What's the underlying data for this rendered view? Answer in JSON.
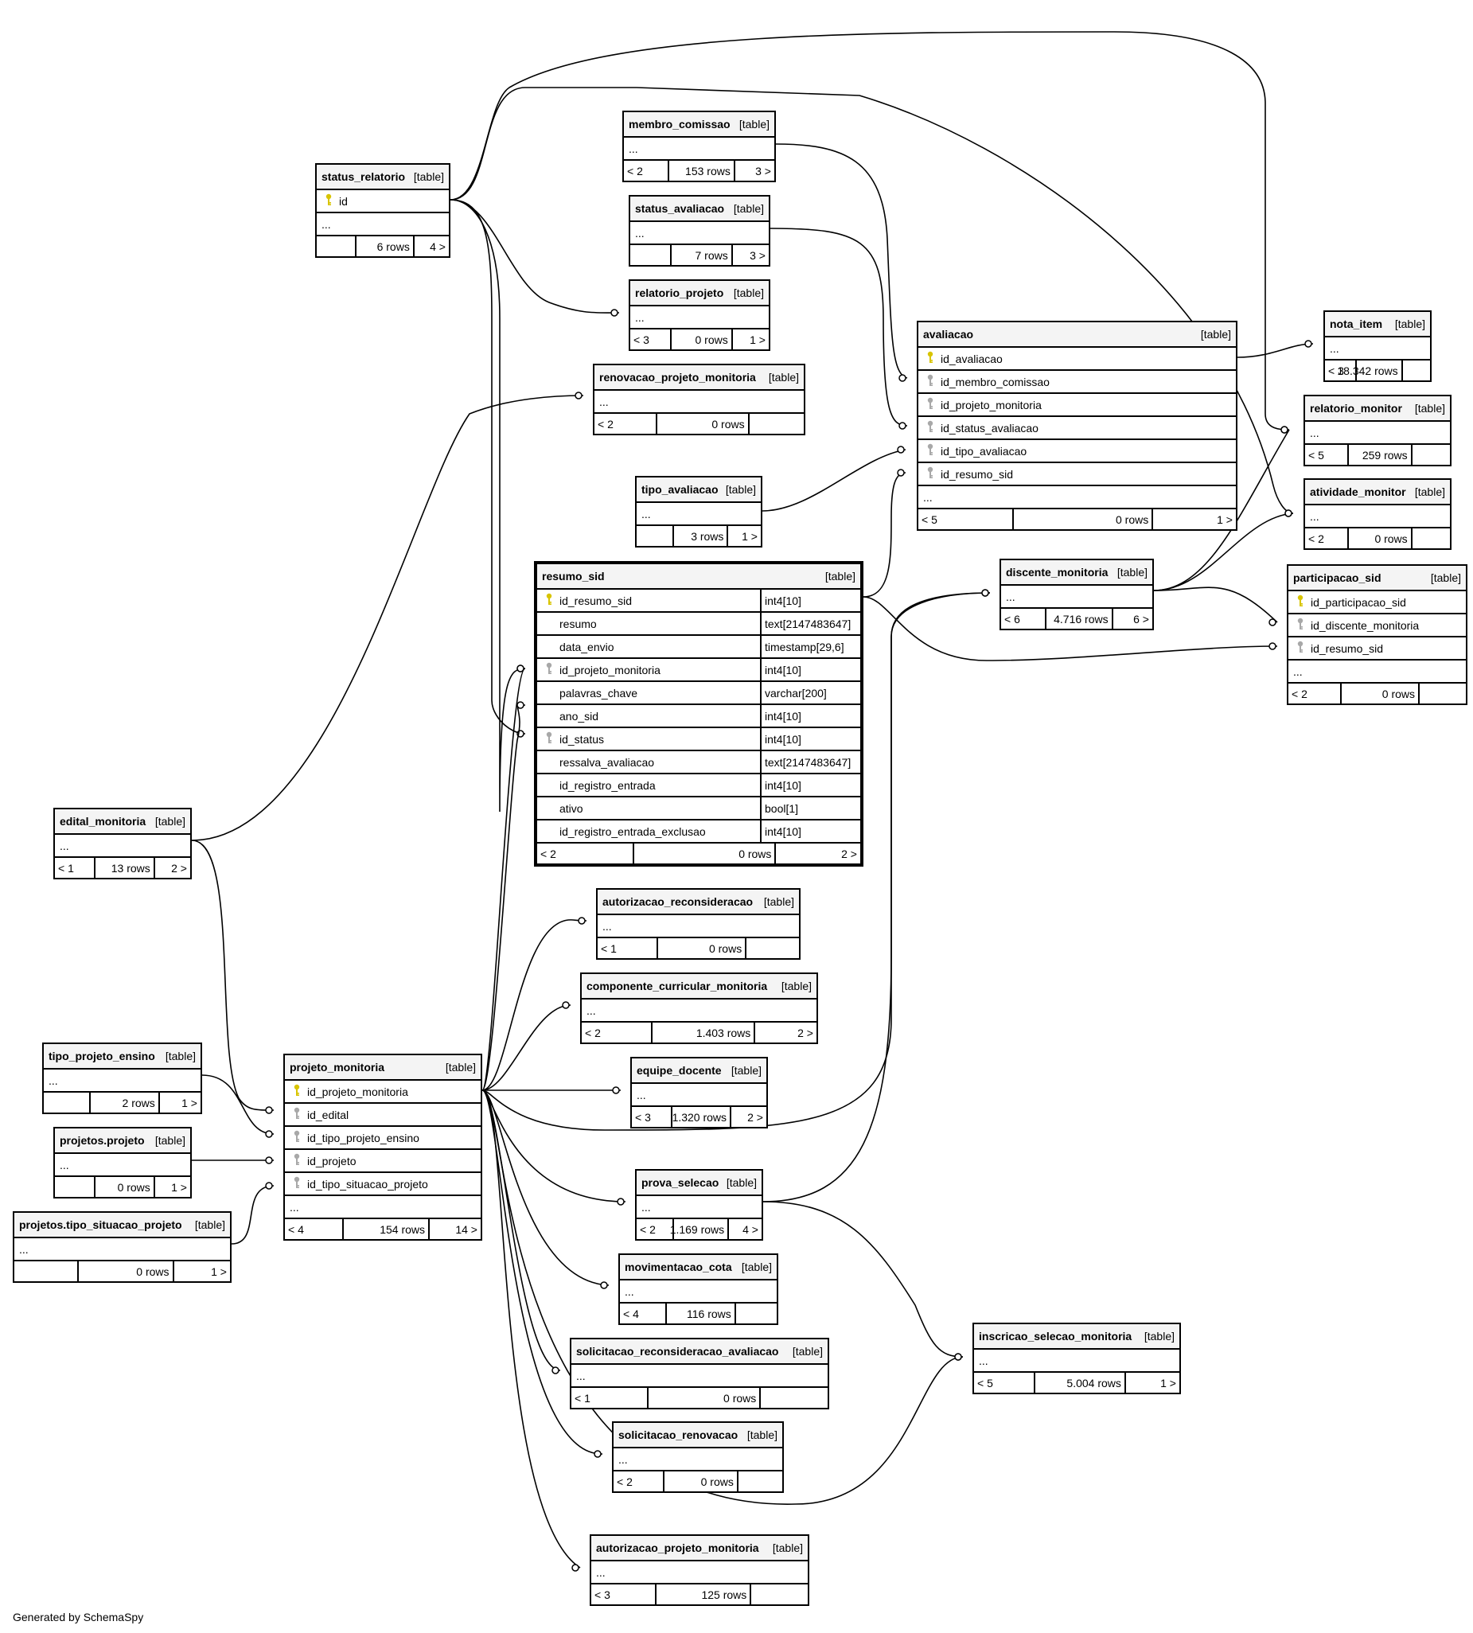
{
  "footer_text": "Generated by SchemaSpy",
  "type_label": "[table]",
  "tables": {
    "status_relatorio": {
      "name": "status_relatorio",
      "columns": [
        {
          "name": "id",
          "key": "pk"
        },
        {
          "name": "..."
        }
      ],
      "parents": "",
      "rows": "6 rows",
      "children": "4 >"
    },
    "membro_comissao": {
      "name": "membro_comissao",
      "columns": [
        {
          "name": "..."
        }
      ],
      "parents": "< 2",
      "rows": "153 rows",
      "children": "3 >"
    },
    "status_avaliacao": {
      "name": "status_avaliacao",
      "columns": [
        {
          "name": "..."
        }
      ],
      "parents": "",
      "rows": "7 rows",
      "children": "3 >"
    },
    "relatorio_projeto": {
      "name": "relatorio_projeto",
      "columns": [
        {
          "name": "..."
        }
      ],
      "parents": "< 3",
      "rows": "0 rows",
      "children": "1 >"
    },
    "renovacao_projeto_monitoria": {
      "name": "renovacao_projeto_monitoria",
      "columns": [
        {
          "name": "..."
        }
      ],
      "parents": "< 2",
      "rows": "0 rows",
      "children": ""
    },
    "avaliacao": {
      "name": "avaliacao",
      "columns": [
        {
          "name": "id_avaliacao",
          "key": "pk"
        },
        {
          "name": "id_membro_comissao",
          "key": "fk"
        },
        {
          "name": "id_projeto_monitoria",
          "key": "fk"
        },
        {
          "name": "id_status_avaliacao",
          "key": "fk"
        },
        {
          "name": "id_tipo_avaliacao",
          "key": "fk"
        },
        {
          "name": "id_resumo_sid",
          "key": "fk"
        },
        {
          "name": "..."
        }
      ],
      "parents": "< 5",
      "rows": "0 rows",
      "children": "1 >"
    },
    "nota_item": {
      "name": "nota_item",
      "columns": [
        {
          "name": "..."
        }
      ],
      "parents": "< 3",
      "rows": "18.342 rows",
      "children": ""
    },
    "relatorio_monitor": {
      "name": "relatorio_monitor",
      "columns": [
        {
          "name": "..."
        }
      ],
      "parents": "< 5",
      "rows": "259 rows",
      "children": ""
    },
    "atividade_monitor": {
      "name": "atividade_monitor",
      "columns": [
        {
          "name": "..."
        }
      ],
      "parents": "< 2",
      "rows": "0 rows",
      "children": ""
    },
    "tipo_avaliacao": {
      "name": "tipo_avaliacao",
      "columns": [
        {
          "name": "..."
        }
      ],
      "parents": "",
      "rows": "3 rows",
      "children": "1 >"
    },
    "resumo_sid": {
      "name": "resumo_sid",
      "columns": [
        {
          "name": "id_resumo_sid",
          "type": "int4[10]",
          "key": "pk"
        },
        {
          "name": "resumo",
          "type": "text[2147483647]"
        },
        {
          "name": "data_envio",
          "type": "timestamp[29,6]"
        },
        {
          "name": "id_projeto_monitoria",
          "type": "int4[10]",
          "key": "fk"
        },
        {
          "name": "palavras_chave",
          "type": "varchar[200]"
        },
        {
          "name": "ano_sid",
          "type": "int4[10]"
        },
        {
          "name": "id_status",
          "type": "int4[10]",
          "key": "fk"
        },
        {
          "name": "ressalva_avaliacao",
          "type": "text[2147483647]"
        },
        {
          "name": "id_registro_entrada",
          "type": "int4[10]"
        },
        {
          "name": "ativo",
          "type": "bool[1]"
        },
        {
          "name": "id_registro_entrada_exclusao",
          "type": "int4[10]"
        }
      ],
      "parents": "< 2",
      "rows": "0 rows",
      "children": "2 >"
    },
    "discente_monitoria": {
      "name": "discente_monitoria",
      "columns": [
        {
          "name": "..."
        }
      ],
      "parents": "< 6",
      "rows": "4.716 rows",
      "children": "6 >"
    },
    "participacao_sid": {
      "name": "participacao_sid",
      "columns": [
        {
          "name": "id_participacao_sid",
          "key": "pk"
        },
        {
          "name": "id_discente_monitoria",
          "key": "fk"
        },
        {
          "name": "id_resumo_sid",
          "key": "fk"
        },
        {
          "name": "..."
        }
      ],
      "parents": "< 2",
      "rows": "0 rows",
      "children": ""
    },
    "edital_monitoria": {
      "name": "edital_monitoria",
      "columns": [
        {
          "name": "..."
        }
      ],
      "parents": "< 1",
      "rows": "13 rows",
      "children": "2 >"
    },
    "autorizacao_reconsideracao": {
      "name": "autorizacao_reconsideracao",
      "columns": [
        {
          "name": "..."
        }
      ],
      "parents": "< 1",
      "rows": "0 rows",
      "children": ""
    },
    "componente_curricular_monitoria": {
      "name": "componente_curricular_monitoria",
      "columns": [
        {
          "name": "..."
        }
      ],
      "parents": "< 2",
      "rows": "1.403 rows",
      "children": "2 >"
    },
    "tipo_projeto_ensino": {
      "name": "tipo_projeto_ensino",
      "columns": [
        {
          "name": "..."
        }
      ],
      "parents": "",
      "rows": "2 rows",
      "children": "1 >"
    },
    "projeto_monitoria": {
      "name": "projeto_monitoria",
      "columns": [
        {
          "name": "id_projeto_monitoria",
          "key": "pk"
        },
        {
          "name": "id_edital",
          "key": "fk"
        },
        {
          "name": "id_tipo_projeto_ensino",
          "key": "fk"
        },
        {
          "name": "id_projeto",
          "key": "fk"
        },
        {
          "name": "id_tipo_situacao_projeto",
          "key": "fk"
        },
        {
          "name": "..."
        }
      ],
      "parents": "< 4",
      "rows": "154 rows",
      "children": "14 >"
    },
    "equipe_docente": {
      "name": "equipe_docente",
      "columns": [
        {
          "name": "..."
        }
      ],
      "parents": "< 3",
      "rows": "1.320 rows",
      "children": "2 >"
    },
    "projetos_projeto": {
      "name": "projetos.projeto",
      "columns": [
        {
          "name": "..."
        }
      ],
      "parents": "",
      "rows": "0 rows",
      "children": "1 >"
    },
    "projetos_tipo_situacao_projeto": {
      "name": "projetos.tipo_situacao_projeto",
      "columns": [
        {
          "name": "..."
        }
      ],
      "parents": "",
      "rows": "0 rows",
      "children": "1 >"
    },
    "prova_selecao": {
      "name": "prova_selecao",
      "columns": [
        {
          "name": "..."
        }
      ],
      "parents": "< 2",
      "rows": "1.169 rows",
      "children": "4 >"
    },
    "movimentacao_cota": {
      "name": "movimentacao_cota",
      "columns": [
        {
          "name": "..."
        }
      ],
      "parents": "< 4",
      "rows": "116 rows",
      "children": ""
    },
    "inscricao_selecao_monitoria": {
      "name": "inscricao_selecao_monitoria",
      "columns": [
        {
          "name": "..."
        }
      ],
      "parents": "< 5",
      "rows": "5.004 rows",
      "children": "1 >"
    },
    "solicitacao_reconsideracao_avaliacao": {
      "name": "solicitacao_reconsideracao_avaliacao",
      "columns": [
        {
          "name": "..."
        }
      ],
      "parents": "< 1",
      "rows": "0 rows",
      "children": ""
    },
    "solicitacao_renovacao": {
      "name": "solicitacao_renovacao",
      "columns": [
        {
          "name": "..."
        }
      ],
      "parents": "< 2",
      "rows": "0 rows",
      "children": ""
    },
    "autorizacao_projeto_monitoria": {
      "name": "autorizacao_projeto_monitoria",
      "columns": [
        {
          "name": "..."
        }
      ],
      "parents": "< 3",
      "rows": "125 rows",
      "children": ""
    }
  }
}
